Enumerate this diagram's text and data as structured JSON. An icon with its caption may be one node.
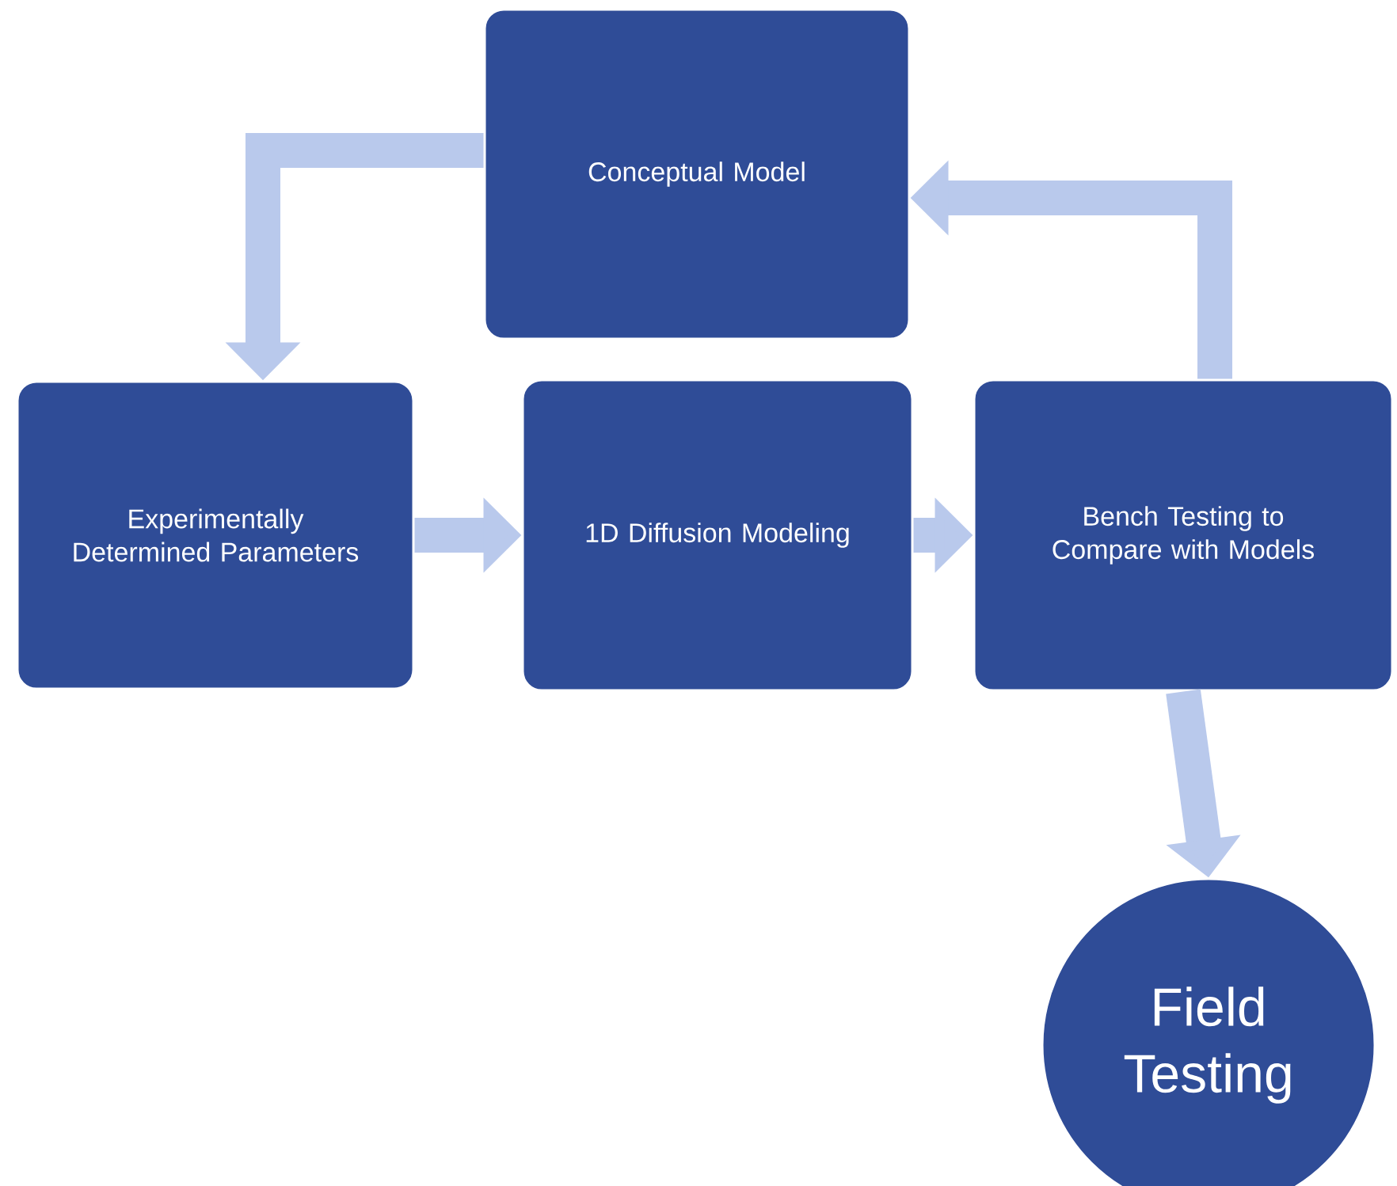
{
  "diagram": {
    "nodes": [
      {
        "text": [
          "Conceptual Model"
        ]
      },
      {
        "text": [
          "Experimentally Determined Parameters"
        ]
      },
      {
        "text": [
          "1D Diffusion Modeling"
        ]
      },
      {
        "text": [
          "Bench Testing to Compare with Models"
        ]
      },
      {
        "text": [
          "Field Testing"
        ]
      }
    ],
    "edges": [
      {
        "from": 0,
        "to": 1,
        "arrow": "to"
      },
      {
        "from": 1,
        "to": 2,
        "arrow": "to"
      },
      {
        "from": 2,
        "to": 3,
        "arrow": "to"
      },
      {
        "from": 3,
        "to": 0,
        "arrow": "to"
      },
      {
        "from": 3,
        "to": 4,
        "arrow": "to"
      }
    ]
  }
}
